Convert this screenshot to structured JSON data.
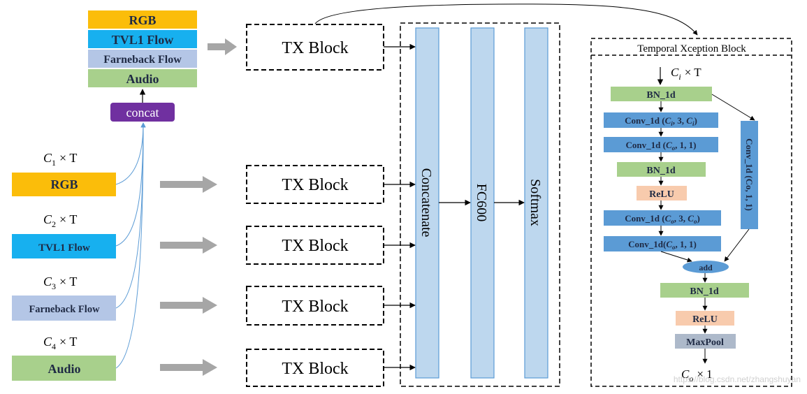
{
  "top_stack": {
    "rgb": "RGB",
    "tvl1": "TVL1 Flow",
    "farneback": "Farneback Flow",
    "audio": "Audio",
    "concat": "concat"
  },
  "inputs": [
    {
      "dim": "C",
      "sub": "1",
      "suffix": "× T",
      "label": "RGB"
    },
    {
      "dim": "C",
      "sub": "2",
      "suffix": "× T",
      "label": "TVL1 Flow"
    },
    {
      "dim": "C",
      "sub": "3",
      "suffix": "× T",
      "label": "Farneback Flow"
    },
    {
      "dim": "C",
      "sub": "4",
      "suffix": "× T",
      "label": "Audio"
    }
  ],
  "tx_block_label": "TX Block",
  "columns": {
    "concatenate": "Concatenate",
    "fc": "FC600",
    "softmax": "Softmax"
  },
  "txb": {
    "title": "Temporal Xception  Block",
    "input_dim": {
      "dim": "C",
      "sub": "i",
      "suffix": "× T"
    },
    "bn1": "BN_1d",
    "conv_a": {
      "pre": "Conv_1d (",
      "a": "C",
      "a_sub": "i",
      "mid": ", 3, ",
      "b": "C",
      "b_sub": "i",
      "post": ")"
    },
    "conv_b": {
      "pre": "Conv_1d (",
      "a": "C",
      "a_sub": "o",
      "post": ", 1, 1)"
    },
    "bn2": "BN_1d",
    "relu1": "ReLU",
    "conv_c": {
      "pre": "Conv_1d (",
      "a": "C",
      "a_sub": "o",
      "mid": ", 3, ",
      "b": "C",
      "b_sub": "o",
      "post": ")"
    },
    "conv_d": {
      "pre": "Conv_1d(",
      "a": "C",
      "a_sub": "o",
      "post": ", 1, 1)"
    },
    "side_conv": "Conv_1d (Co, 1, 1)",
    "add": "add",
    "bn3": "BN_1d",
    "relu2": "ReLU",
    "maxpool": "MaxPool",
    "output_dim": {
      "dim": "C",
      "sub": "o",
      "suffix": "× 1"
    }
  },
  "watermark": "https://blog.csdn.net/zhangshuyan",
  "colors": {
    "rgb": "#fbbd0a",
    "tvl1": "#17b0ef",
    "farneback": "#b4c6e6",
    "audio": "#a8d08c",
    "concat": "#7030a0",
    "column": "#bdd7ee",
    "column_border": "#5b9bd5",
    "conv": "#5b9bd5",
    "bn": "#a8d08c",
    "relu": "#f8cbad",
    "maxpool": "#adb9ca",
    "arrow_gray": "#a6a6a6"
  }
}
